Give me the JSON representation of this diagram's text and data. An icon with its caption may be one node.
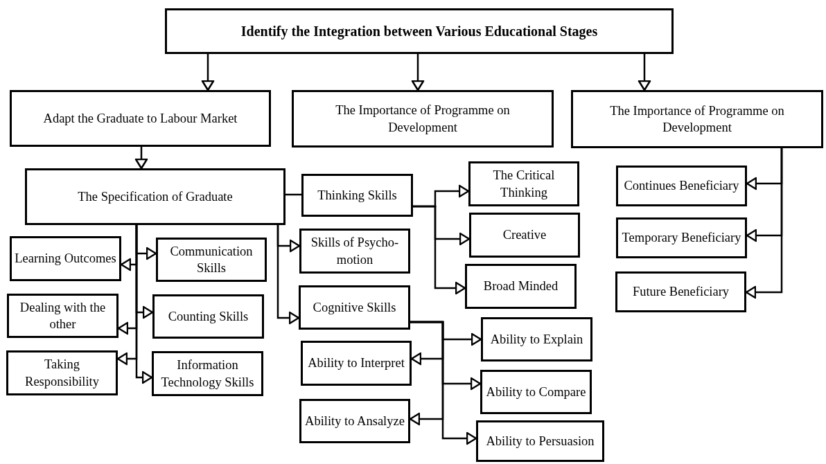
{
  "diagram": {
    "nodes": [
      {
        "text": [
          "Identify the Integration between Various Educational Stages"
        ]
      },
      {
        "text": [
          "Adapt the Graduate to Labour Market"
        ]
      },
      {
        "text": [
          "The Importance of Programme on Development"
        ]
      },
      {
        "text": [
          "The Importance of Programme on Development"
        ]
      },
      {
        "text": [
          "The Specification of Graduate"
        ]
      },
      {
        "text": [
          "Thinking Skills"
        ]
      },
      {
        "text": [
          "The Critical Thinking"
        ]
      },
      {
        "text": [
          "Creative"
        ]
      },
      {
        "text": [
          "Broad Minded"
        ]
      },
      {
        "text": [
          "Skills of Psycho-motion"
        ]
      },
      {
        "text": [
          "Learning Outcomes"
        ]
      },
      {
        "text": [
          "Communication Skills"
        ]
      },
      {
        "text": [
          "Dealing with the other"
        ]
      },
      {
        "text": [
          "Counting Skills"
        ]
      },
      {
        "text": [
          "Taking Responsibility"
        ]
      },
      {
        "text": [
          "Information Technology Skills"
        ]
      },
      {
        "text": [
          "Continues Beneficiary"
        ]
      },
      {
        "text": [
          "Temporary Beneficiary"
        ]
      },
      {
        "text": [
          "Future Beneficiary"
        ]
      },
      {
        "text": [
          "Cognitive Skills"
        ]
      },
      {
        "text": [
          "Ability to Explain"
        ]
      },
      {
        "text": [
          "Ability to Interpret"
        ]
      },
      {
        "text": [
          "Ability to Compare"
        ]
      },
      {
        "text": [
          "Ability to Ansalyze"
        ]
      },
      {
        "text": [
          "Ability to Persuasion"
        ]
      }
    ],
    "edges": [
      {
        "from": 0,
        "to": 1,
        "arrow": "to"
      },
      {
        "from": 0,
        "to": 2,
        "arrow": "to"
      },
      {
        "from": 0,
        "to": 3,
        "arrow": "to"
      },
      {
        "from": 1,
        "to": 4,
        "arrow": "to"
      },
      {
        "from": 4,
        "to": 5,
        "arrow": "none"
      },
      {
        "from": 4,
        "to": 9,
        "arrow": "to"
      },
      {
        "from": 4,
        "to": 19,
        "arrow": "to"
      },
      {
        "from": 4,
        "to": 10,
        "arrow": "to"
      },
      {
        "from": 4,
        "to": 11,
        "arrow": "to"
      },
      {
        "from": 4,
        "to": 12,
        "arrow": "to"
      },
      {
        "from": 4,
        "to": 13,
        "arrow": "to"
      },
      {
        "from": 4,
        "to": 14,
        "arrow": "to"
      },
      {
        "from": 4,
        "to": 15,
        "arrow": "to"
      },
      {
        "from": 5,
        "to": 6,
        "arrow": "to"
      },
      {
        "from": 5,
        "to": 7,
        "arrow": "to"
      },
      {
        "from": 5,
        "to": 8,
        "arrow": "to"
      },
      {
        "from": 3,
        "to": 16,
        "arrow": "to"
      },
      {
        "from": 3,
        "to": 17,
        "arrow": "to"
      },
      {
        "from": 3,
        "to": 18,
        "arrow": "to"
      },
      {
        "from": 19,
        "to": 20,
        "arrow": "to"
      },
      {
        "from": 19,
        "to": 21,
        "arrow": "to"
      },
      {
        "from": 19,
        "to": 22,
        "arrow": "to"
      },
      {
        "from": 19,
        "to": 23,
        "arrow": "to"
      },
      {
        "from": 19,
        "to": 24,
        "arrow": "to"
      }
    ]
  }
}
